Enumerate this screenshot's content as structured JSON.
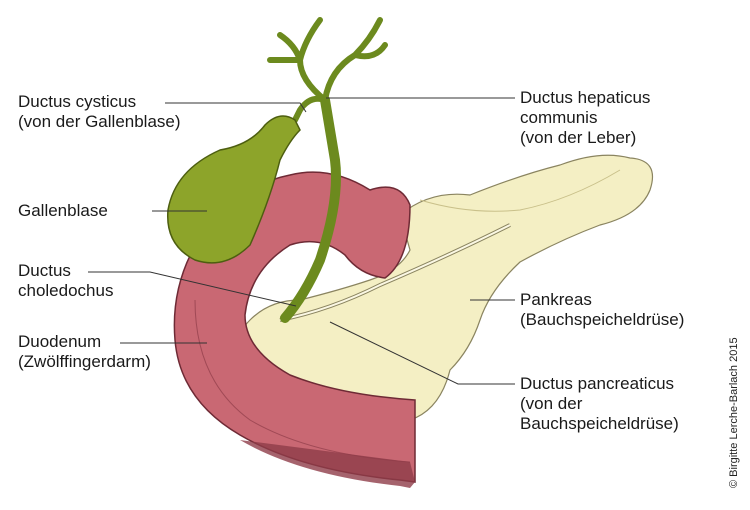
{
  "labels": {
    "ductus_cysticus": [
      "Ductus cysticus",
      "(von der Gallenblase)"
    ],
    "ductus_hepaticus": [
      "Ductus hepaticus",
      "communis",
      "(von der Leber)"
    ],
    "gallenblase": [
      "Gallenblase"
    ],
    "ductus_choledochus": [
      "Ductus",
      "choledochus"
    ],
    "duodenum": [
      "Duodenum",
      "(Zwölffingerdarm)"
    ],
    "pankreas": [
      "Pankreas",
      "(Bauchspeicheldrüse)"
    ],
    "ductus_pancreaticus": [
      "Ductus pancreaticus",
      "(von der",
      "Bauchspeicheldrüse)"
    ]
  },
  "copyright": "© Birgitte Lerche-Barlach 2015",
  "colors": {
    "pancreas": "#f4efc4",
    "duodenum": "#c96873",
    "duodenum_dark": "#8e3c48",
    "gallbladder": "#8da42a",
    "duct": "#6c8a1e"
  }
}
